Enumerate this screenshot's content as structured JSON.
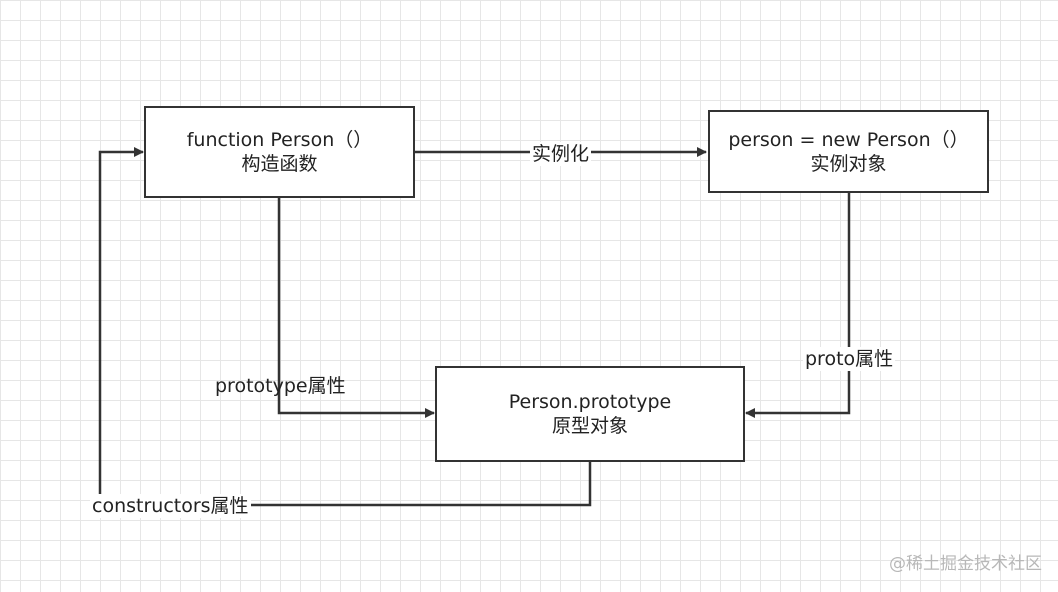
{
  "nodes": {
    "constructor": {
      "line1": "function Person（）",
      "line2": "构造函数"
    },
    "instance": {
      "line1": "person = new Person（）",
      "line2": "实例对象"
    },
    "prototype": {
      "line1": "Person.prototype",
      "line2": "原型对象"
    }
  },
  "edges": {
    "instantiate": "实例化",
    "prototype_property": "prototype属性",
    "proto_property": "proto属性",
    "constructor_property": "constructors属性"
  },
  "watermark": "@稀土掘金技术社区",
  "colors": {
    "stroke": "#333333",
    "grid": "#e6e6e6",
    "text": "#222222",
    "watermark": "#b8b8b8"
  }
}
